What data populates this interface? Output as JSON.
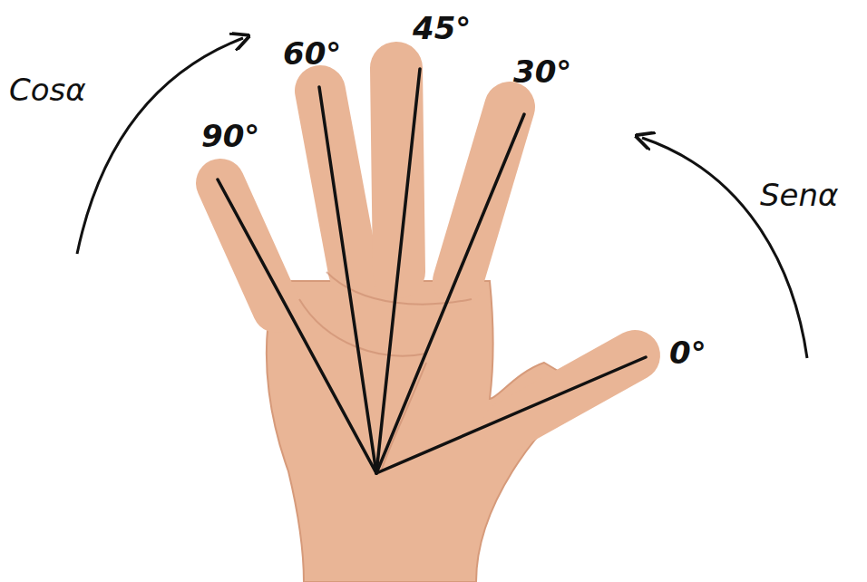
{
  "diagram": {
    "labels": [
      "Cosα",
      "60°",
      "45°",
      "30°",
      "90°",
      "Senα",
      "0°"
    ]
  }
}
